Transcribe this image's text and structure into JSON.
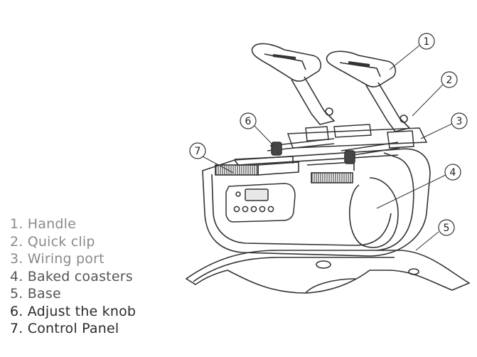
{
  "callouts": [
    {
      "number": "1"
    },
    {
      "number": "2"
    },
    {
      "number": "3"
    },
    {
      "number": "4"
    },
    {
      "number": "5"
    },
    {
      "number": "6"
    },
    {
      "number": "7"
    }
  ],
  "legend": {
    "items": [
      "1. Handle",
      "2. Quick clip",
      "3. Wiring port",
      "4. Baked coasters",
      "5. Base",
      "6. Adjust the knob",
      "7. Control Panel"
    ]
  }
}
